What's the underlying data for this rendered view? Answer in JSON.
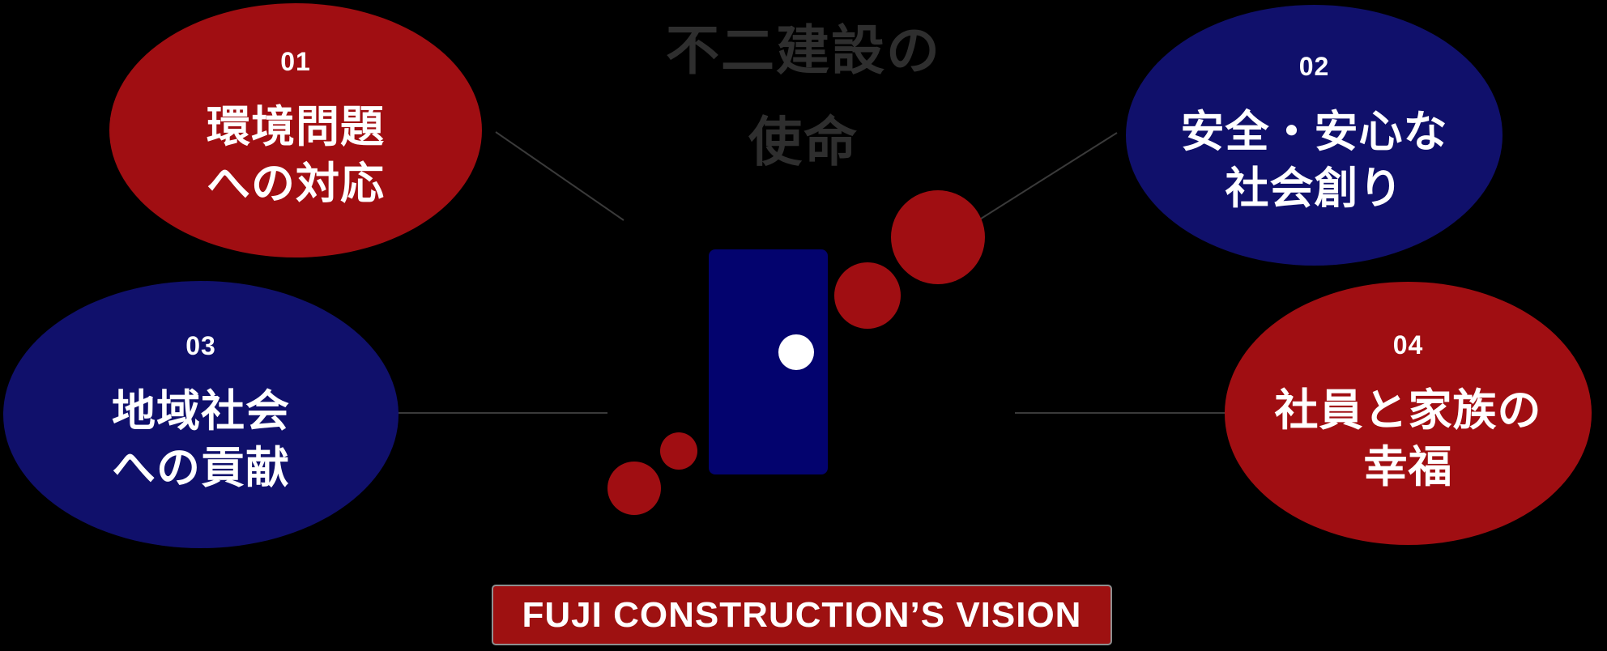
{
  "colors": {
    "background": "#000000",
    "red": "#a00e12",
    "navy": "#10106b",
    "logo-navy": "#03036e",
    "text-white": "#ffffff",
    "title-gray": "#2e2e2e",
    "connector-gray": "#3a3a3a",
    "banner-red": "#9e1111",
    "banner-border": "#8f8f8f"
  },
  "title": {
    "line1": "不二建設の",
    "line2": "使命"
  },
  "missions": [
    {
      "id": "01",
      "lines": [
        "環境問題",
        "への対応"
      ],
      "color": "red",
      "position": "top-left"
    },
    {
      "id": "02",
      "lines": [
        "安全・安心な",
        "社会創り"
      ],
      "color": "navy",
      "position": "top-right"
    },
    {
      "id": "03",
      "lines": [
        "地域社会",
        "への貢献"
      ],
      "color": "navy",
      "position": "middle-left"
    },
    {
      "id": "04",
      "lines": [
        "社員と家族の",
        "幸福"
      ],
      "color": "red",
      "position": "middle-right"
    }
  ],
  "logo": {
    "name": "fuji-construction-logo-mark"
  },
  "banner": {
    "label": "FUJI CONSTRUCTION’S VISION"
  }
}
